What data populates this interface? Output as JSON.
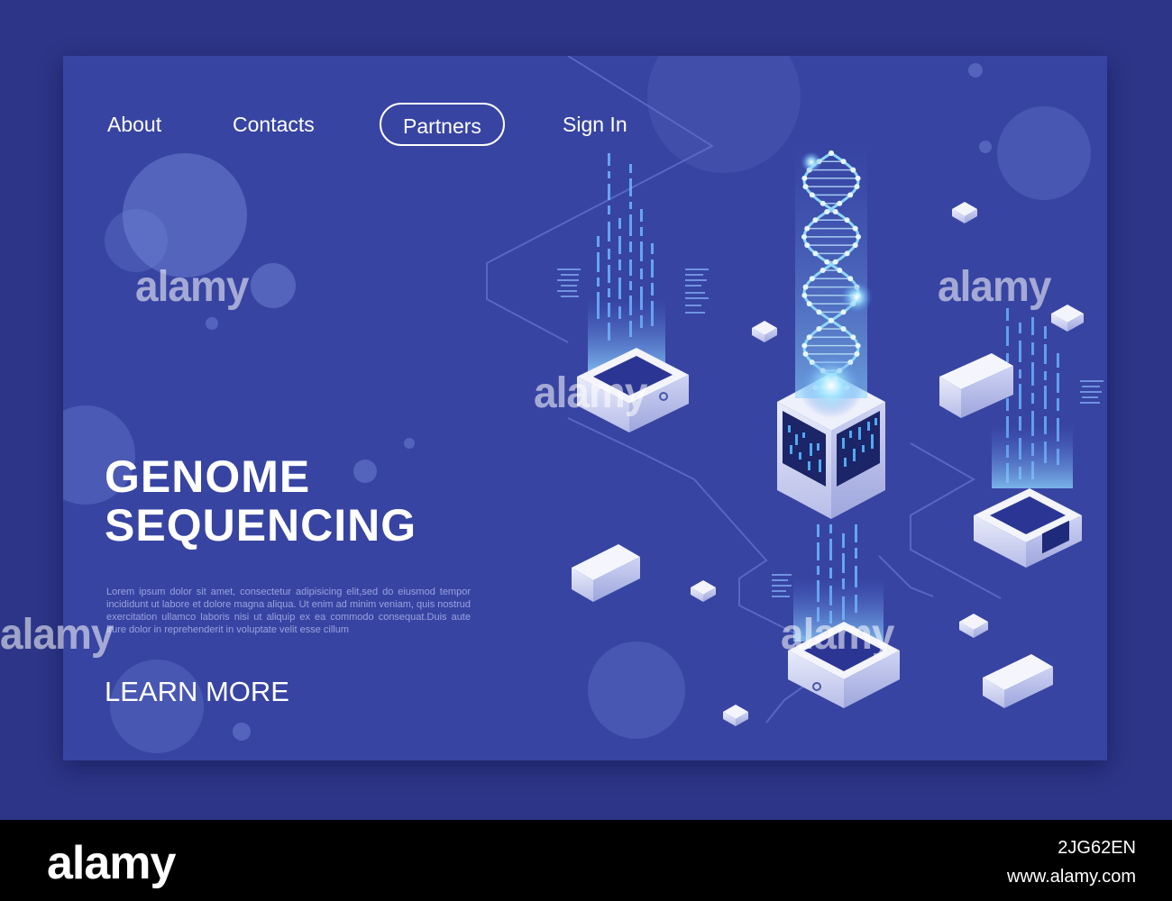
{
  "nav": {
    "items": [
      {
        "label": "About"
      },
      {
        "label": "Contacts"
      },
      {
        "label": "Partners",
        "active": true
      },
      {
        "label": "Sign In"
      }
    ]
  },
  "hero": {
    "title_line1": "GENOME",
    "title_line2": "SEQUENCING",
    "body": "Lorem ipsum dolor sit amet, consectetur adipisicing elit,sed do eiusmod tempor incididunt ut labore et dolore magna aliqua. Ut enim ad minim veniam, quis nostrud exercitation ullamco laboris nisi ut aliquip ex ea commodo consequat.Duis aute irure dolor in reprehenderit in voluptate velit esse cillum",
    "cta_label": "LEARN MORE"
  },
  "illustration": {
    "subject": "isometric DNA helix over server block with data nodes",
    "icons": [
      "dna-helix-icon",
      "server-block-icon",
      "data-node-icon",
      "data-stream-icon"
    ]
  },
  "watermark": {
    "text": "alamy",
    "image_id": "2JG62EN",
    "url": "www.alamy.com"
  },
  "colors": {
    "background": "#2c3587",
    "card": "#3744a2",
    "accent_glow": "#7fd6ff",
    "text": "#ffffff",
    "muted_text": "#9aa3de"
  }
}
